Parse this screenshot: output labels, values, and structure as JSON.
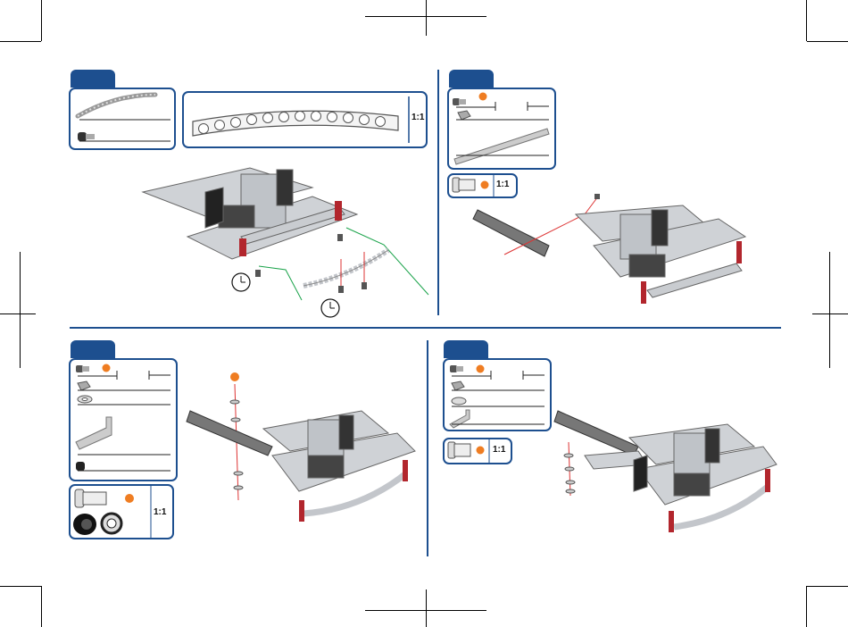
{
  "steps": [
    {
      "id": "top-left",
      "scale_label": "1:1"
    },
    {
      "id": "top-right",
      "scale_label": "1:1"
    },
    {
      "id": "bottom-left",
      "scale_label": "1:1"
    },
    {
      "id": "bottom-right",
      "scale_label": "1:1"
    }
  ],
  "colors": {
    "accent_blue": "#1d4f8f",
    "highlight_red": "#b2262d",
    "guide_green": "#1aa34a",
    "orange_dot": "#ef7d22",
    "metal_grey": "#b8bcc2"
  },
  "icons": [
    "clock-icon",
    "bolt-icon",
    "nut-icon",
    "washer-icon",
    "bracket-icon",
    "spacer-icon",
    "strip-icon"
  ]
}
